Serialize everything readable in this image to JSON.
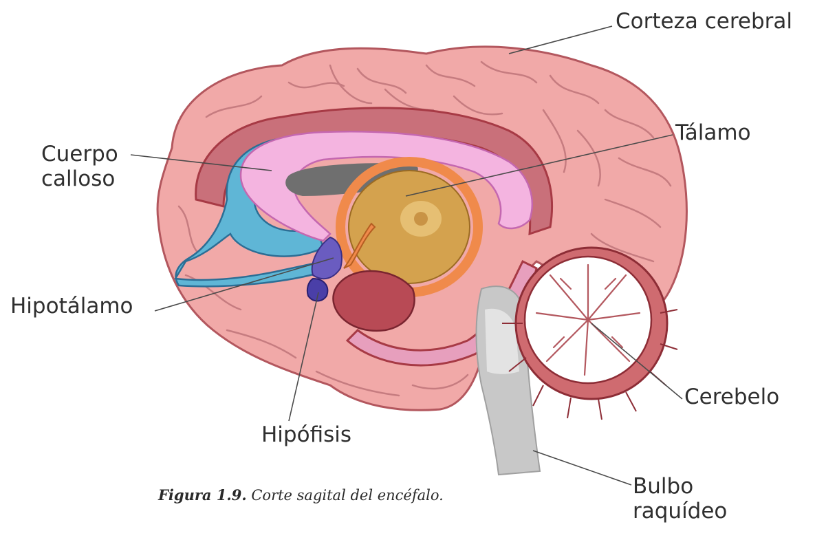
{
  "labels": {
    "corteza_cerebral": "Corteza cerebral",
    "talamo": "Tálamo",
    "cuerpo_calloso_line1": "Cuerpo",
    "cuerpo_calloso_line2": "calloso",
    "hipotalamo": "Hipotálamo",
    "cerebelo": "Cerebelo",
    "hipofisis": "Hipófisis",
    "bulbo_raquideo_line1": "Bulbo",
    "bulbo_raquideo_line2": "raquídeo"
  },
  "caption": {
    "number": "Figura 1.9.",
    "text": "Corte sagital del encéfalo."
  },
  "colors": {
    "cortex": "#f1a9a8",
    "cortex_outline": "#b3575e",
    "gyri_dark": "#c67c80",
    "corpus_callosum": "#f4b4e0",
    "ventricle_blue": "#5fb6d6",
    "thalamus": "#d4a24e",
    "thalamus_ring": "#f08a4b",
    "cerebellum_outer": "#cf6b70",
    "brainstem": "#c8c8c8",
    "pituitary": "#4a3fa8",
    "hypothalamus": "#6a5cc0",
    "dark_region": "#6f6f6f",
    "maroon": "#a73a45"
  }
}
